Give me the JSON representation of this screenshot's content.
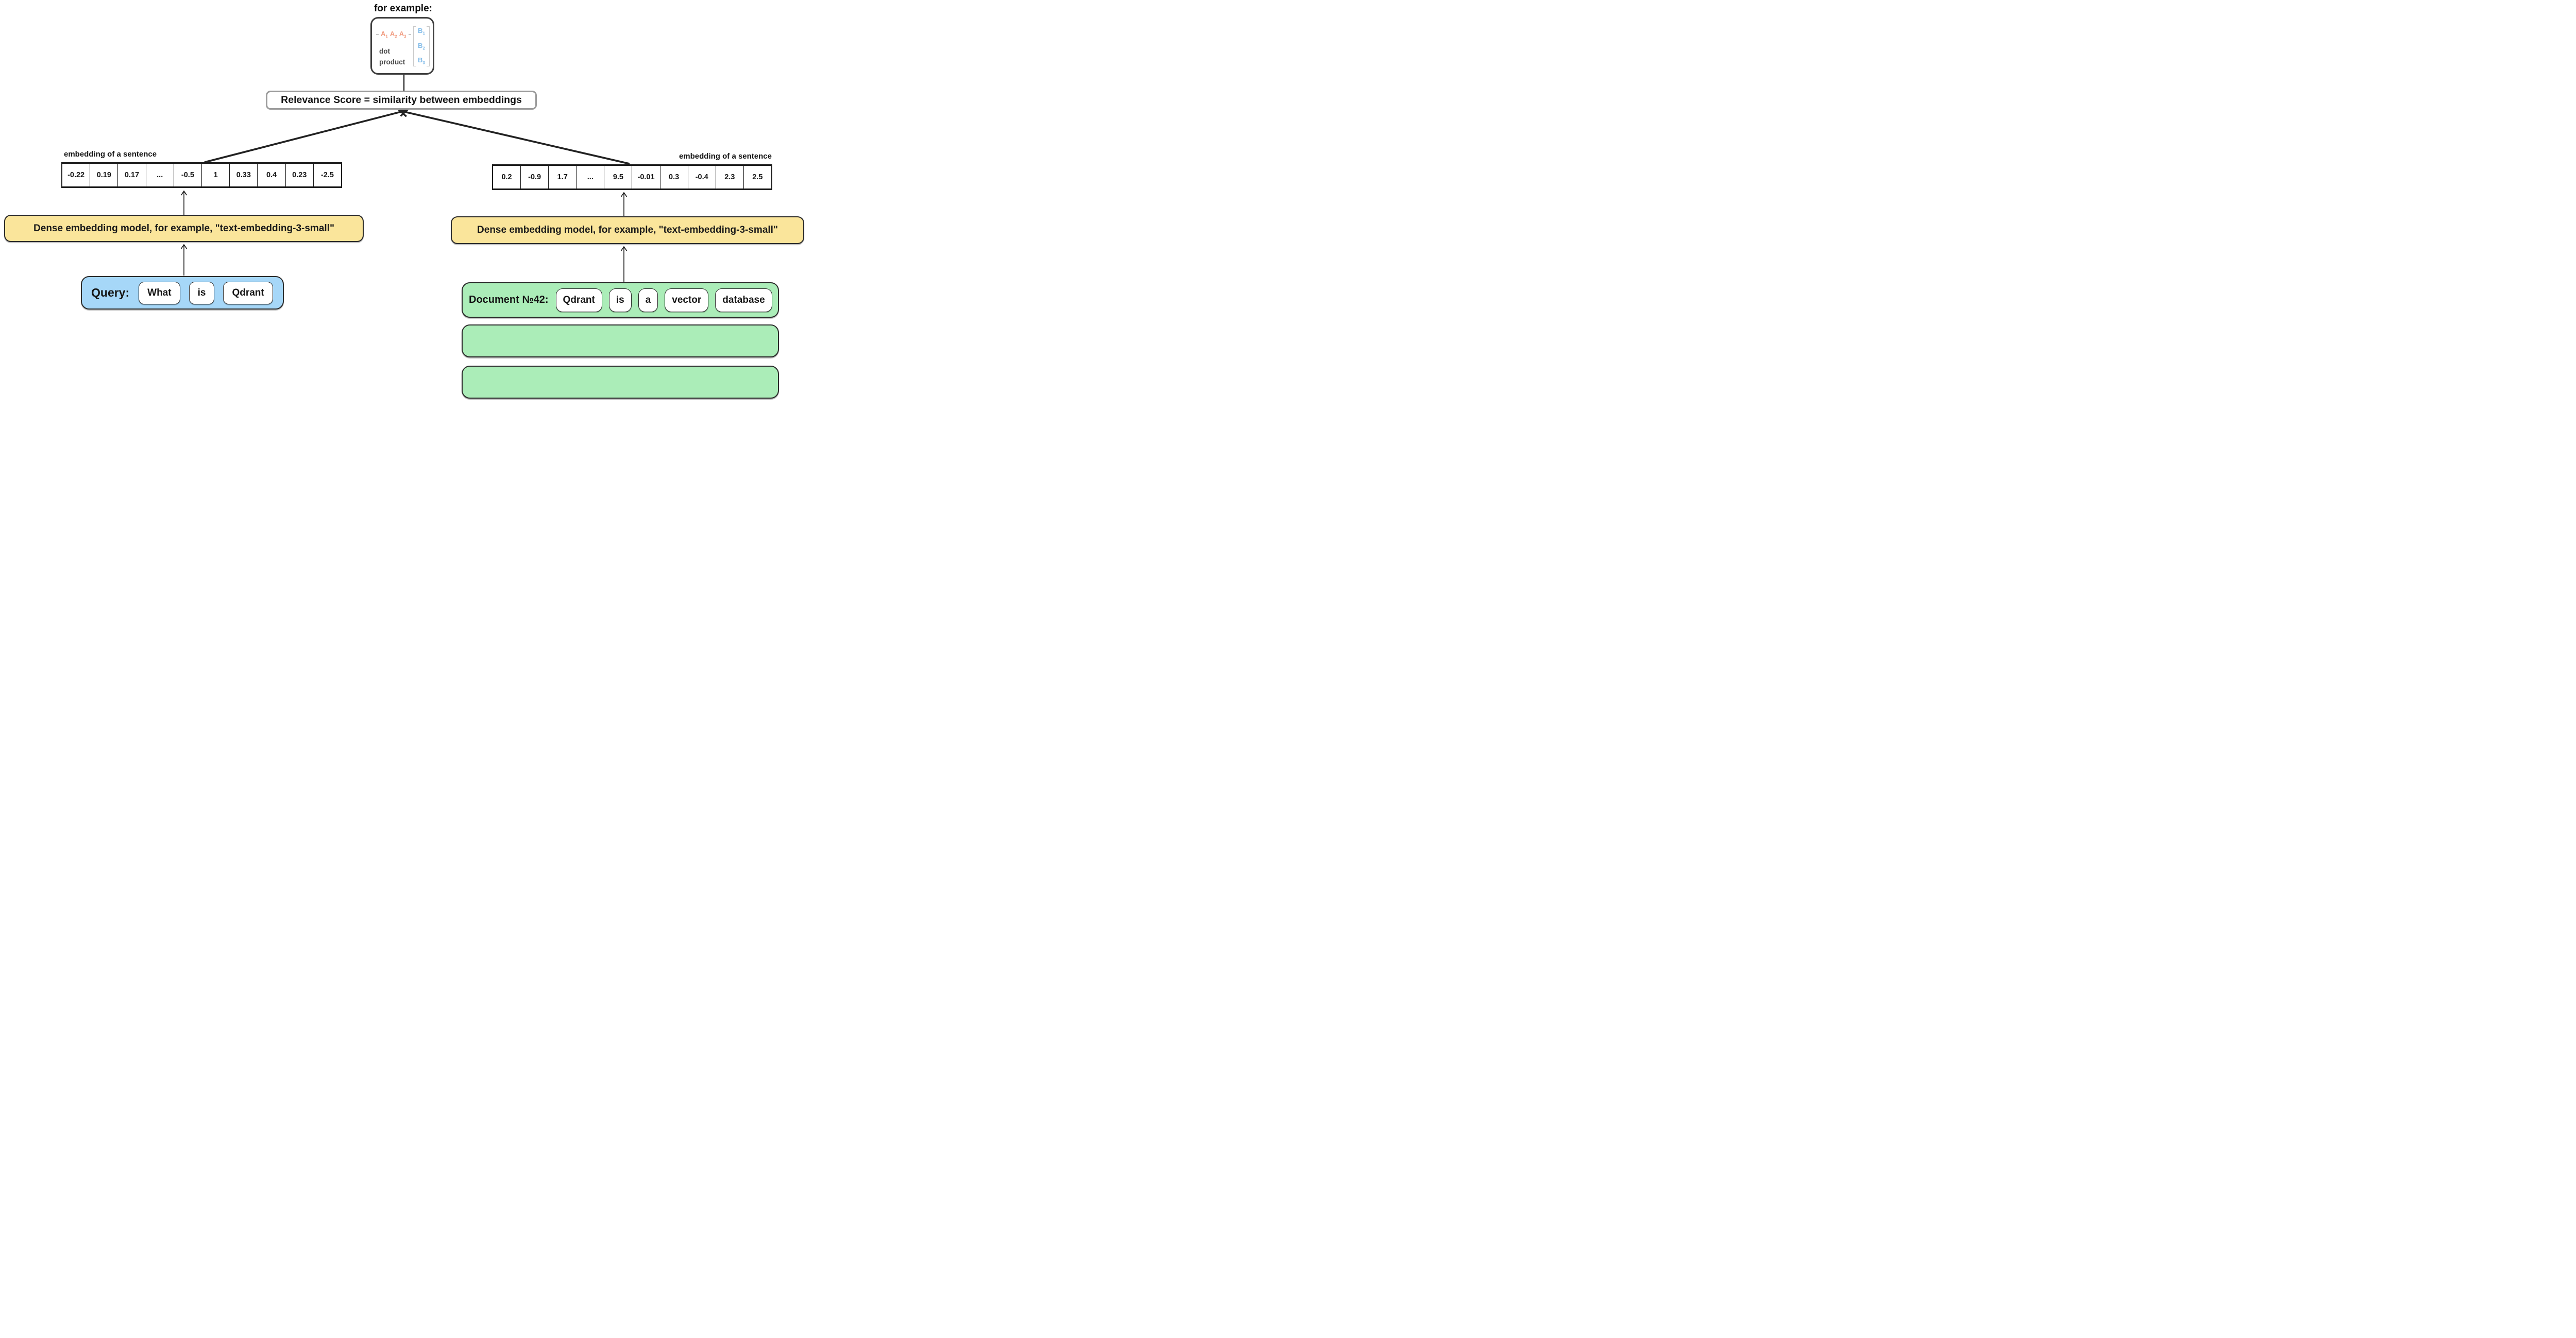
{
  "example": {
    "title": "for example:",
    "row_vector": {
      "base": "A",
      "subs": [
        "1",
        "2",
        "3"
      ],
      "color": "#f19e83"
    },
    "col_vector": {
      "base": "B",
      "subs": [
        "1",
        "2",
        "3"
      ],
      "color": "#82bce9"
    },
    "caption_line1": "dot",
    "caption_line2": "product"
  },
  "relevance_label": "Relevance Score = similarity between embeddings",
  "left": {
    "embedding_label": "embedding of a sentence",
    "embedding": [
      "-0.22",
      "0.19",
      "0.17",
      "...",
      "-0.5",
      "1",
      "0.33",
      "0.4",
      "0.23",
      "-2.5"
    ],
    "model_label": "Dense embedding model, for example, \"text-embedding-3-small\"",
    "query_label": "Query:",
    "tokens": [
      "What",
      "is",
      "Qdrant"
    ]
  },
  "right": {
    "embedding_label": "embedding of a sentence",
    "embedding": [
      "0.2",
      "-0.9",
      "1.7",
      "...",
      "9.5",
      "-0.01",
      "0.3",
      "-0.4",
      "2.3",
      "2.5"
    ],
    "model_label": "Dense embedding model, for example, \"text-embedding-3-small\"",
    "document_label": "Document №42:",
    "tokens": [
      "Qdrant",
      "is",
      "a",
      "vector",
      "database"
    ],
    "extra_document_boxes": 2
  },
  "colors": {
    "model_fill": "#fae59b",
    "query_fill": "#a6d7f8",
    "document_fill": "#abedb8",
    "vector_a": "#f19e83",
    "vector_b": "#82bce9",
    "box_border": "#2b2b2b",
    "score_border": "#9b9b9b"
  }
}
